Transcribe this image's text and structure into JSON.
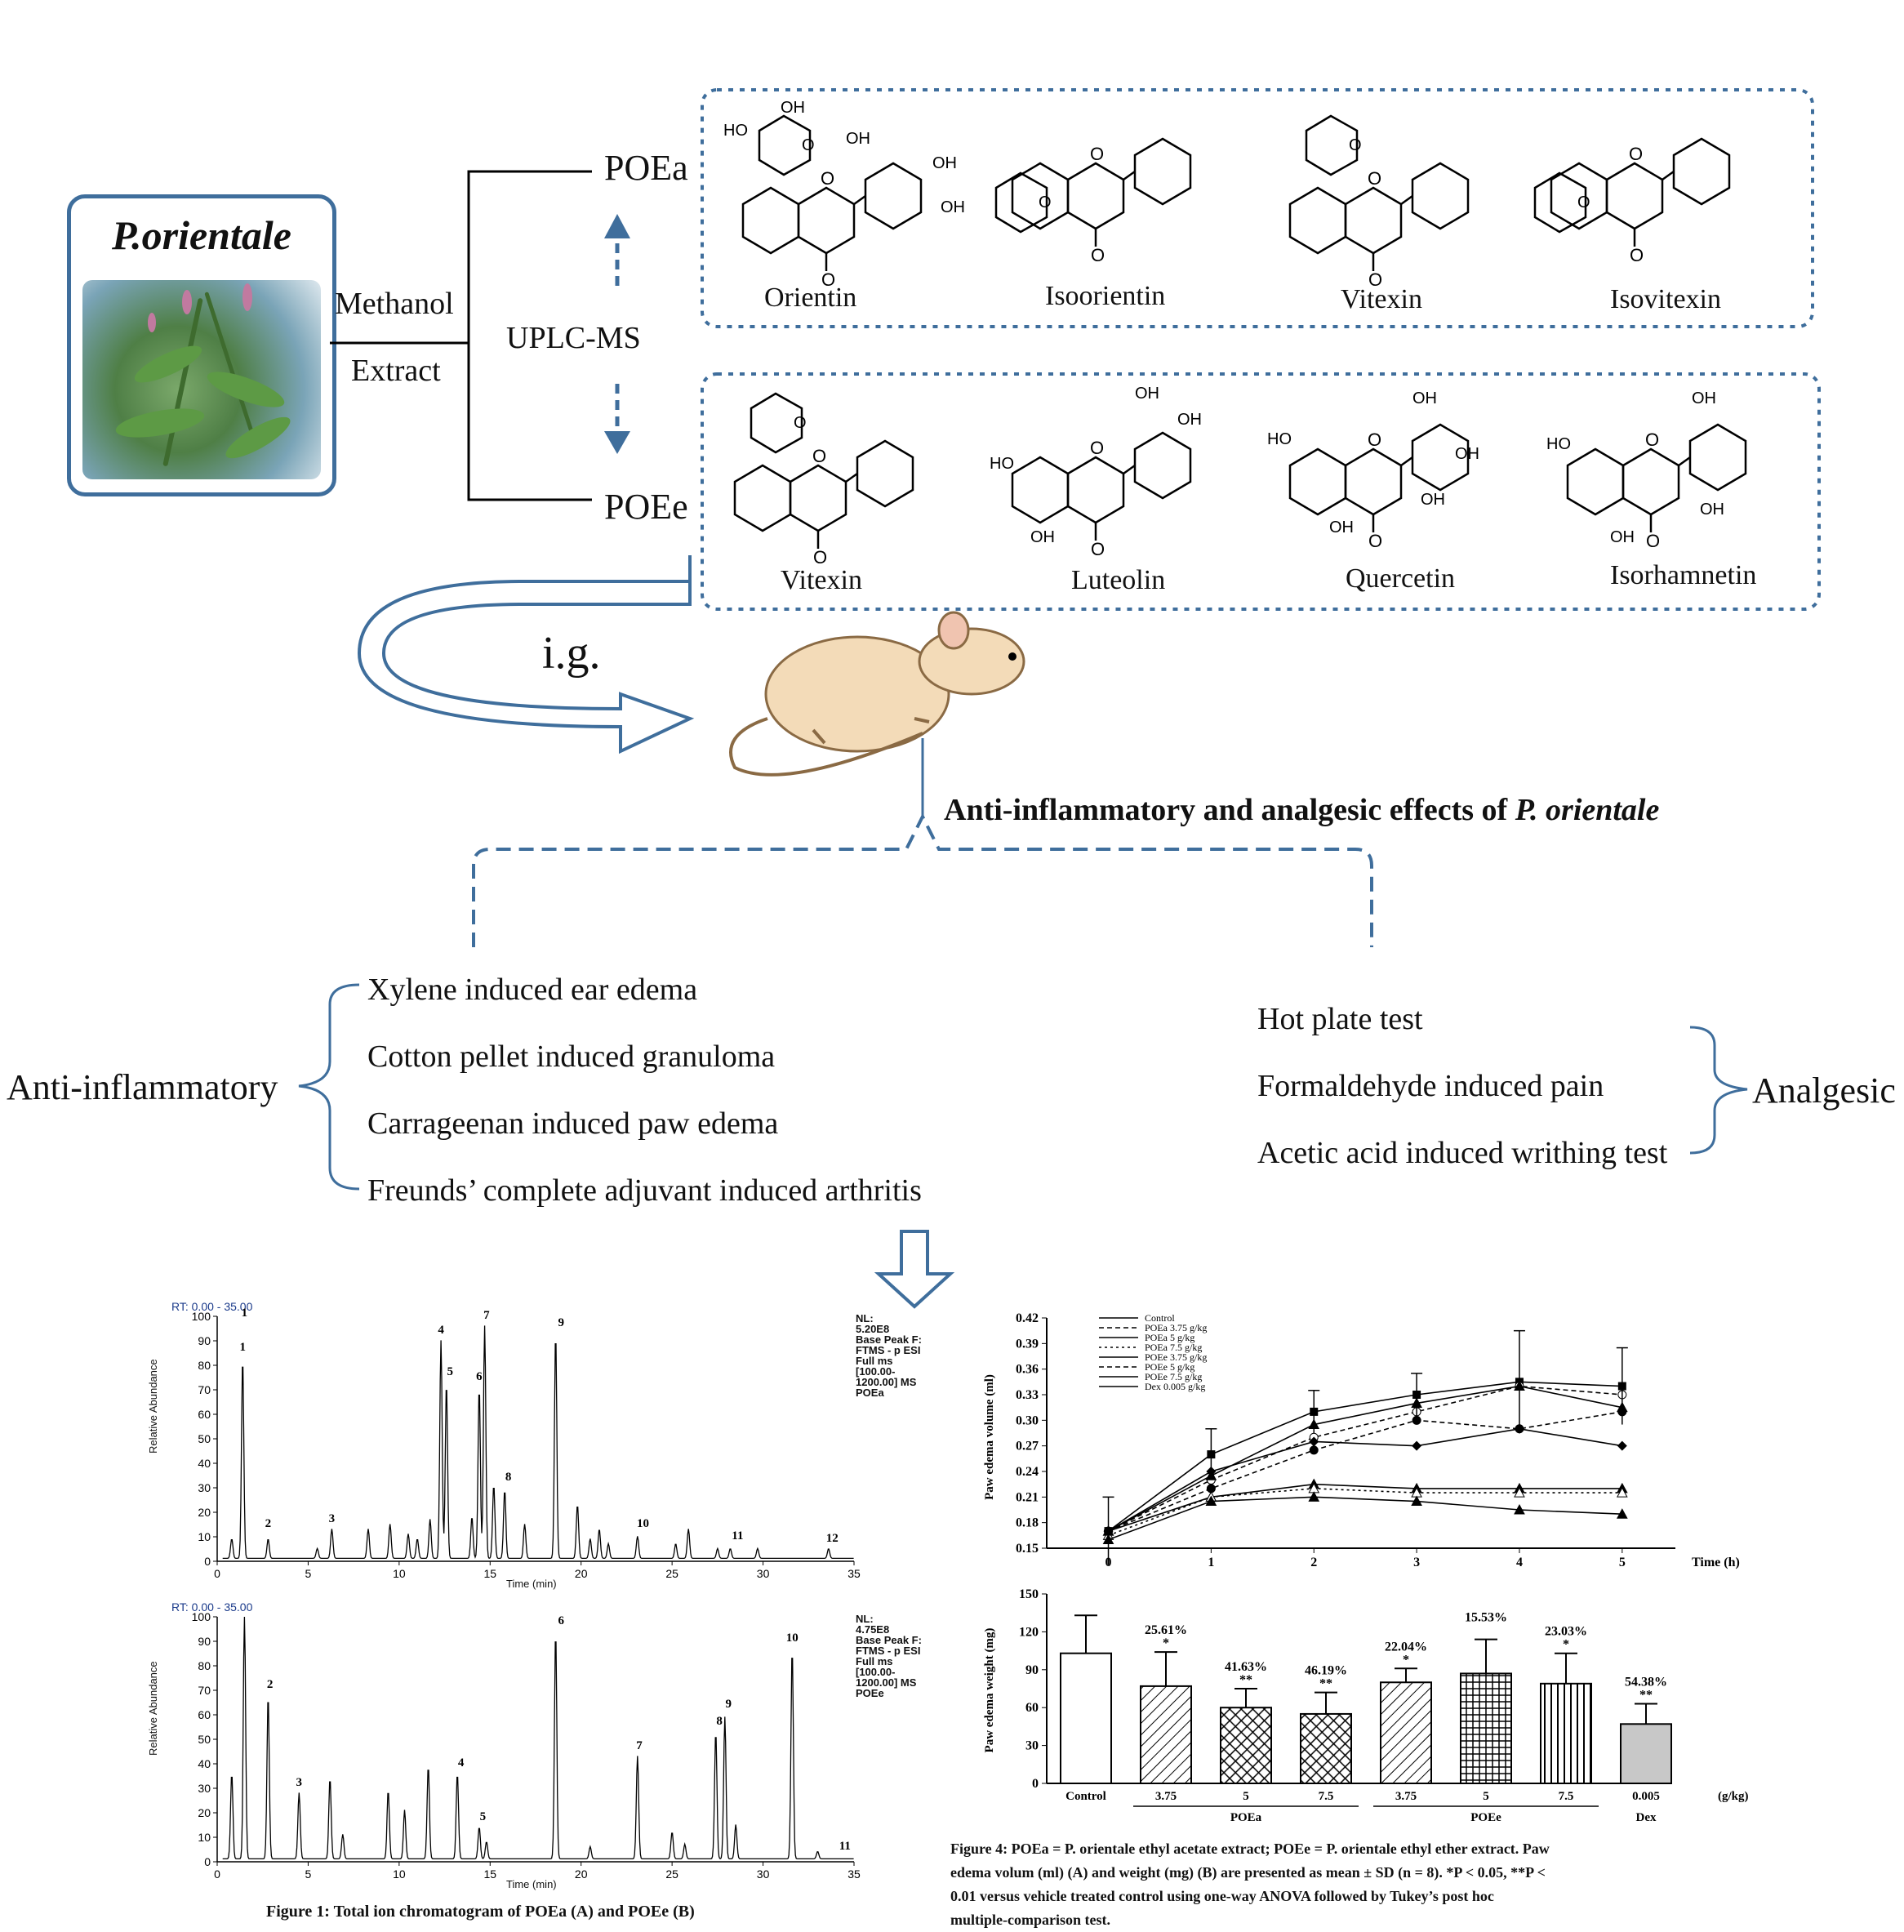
{
  "plant": {
    "title": "P.orientale"
  },
  "extraction": {
    "solvent": "Methanol",
    "step": "Extract",
    "analysis": "UPLC-MS",
    "route": "i.g."
  },
  "fractions": {
    "a": "POEa",
    "e": "POEe"
  },
  "poea_compounds": [
    "Orientin",
    "Isoorientin",
    "Vitexin",
    "Isovitexin"
  ],
  "poee_compounds": [
    "Vitexin",
    "Luteolin",
    "Quercetin",
    "Isorhamnetin"
  ],
  "effects_title_prefix": "Anti-inflammatory and analgesic effects of ",
  "effects_title_species": "P. orientale",
  "anti_inflammatory": {
    "label": "Anti-inflammatory",
    "tests": [
      "Xylene induced ear edema",
      "Cotton pellet induced granuloma",
      "Carrageenan induced paw edema",
      "Freunds’ complete adjuvant induced arthritis"
    ]
  },
  "analgesic": {
    "label": "Analgesic",
    "tests": [
      "Hot plate test",
      "Formaldehyde induced pain",
      "Acetic acid induced writhing test"
    ]
  },
  "figure1": {
    "caption": "Figure 1: Total ion chromatogram of POEa (A) and POEe (B)",
    "panel_a": {
      "rt": "RT: 0.00 - 35.00",
      "info": [
        "NL:",
        "5.20E8",
        "Base Peak F:",
        "FTMS - p ESI",
        "Full ms",
        "[100.00-",
        "1200.00] MS",
        "POEa"
      ],
      "peaks": [
        "1",
        "1",
        "2",
        "3",
        "4",
        "5",
        "6",
        "7",
        "8",
        "9",
        "10",
        "11",
        "12"
      ]
    },
    "panel_b": {
      "rt": "RT: 0.00 - 35.00",
      "info": [
        "NL:",
        "4.75E8",
        "Base Peak F:",
        "FTMS - p ESI",
        "Full ms",
        "[100.00-",
        "1200.00] MS",
        "POEe"
      ],
      "peaks": [
        "2",
        "3",
        "4",
        "5",
        "6",
        "7",
        "8",
        "9",
        "10",
        "11"
      ]
    },
    "ylabel": "Relative Abundance",
    "xlabel": "Time (min)",
    "yticks": [
      "0",
      "10",
      "20",
      "30",
      "40",
      "50",
      "60",
      "70",
      "80",
      "90",
      "100"
    ],
    "xticks": [
      "0",
      "5",
      "10",
      "15",
      "20",
      "25",
      "30",
      "35"
    ]
  },
  "figure4": {
    "caption_lines": [
      "Figure 4: POEa = P. orientale ethyl acetate extract; POEe = P. orientale ethyl ether extract. Paw",
      "edema volum (ml) (A) and weight (mg) (B) are presented as mean ± SD (n = 8). *P < 0.05, **P <",
      "0.01 versus vehicle treated control using one-way ANOVA followed by Tukey’s post hoc",
      "multiple-comparison test."
    ],
    "line_legend": [
      "Control",
      "POEa 3.75 g/kg",
      "POEa 5 g/kg",
      "POEa 7.5 g/kg",
      "POEe 3.75 g/kg",
      "POEe 5 g/kg",
      "POEe 7.5 g/kg",
      "Dex 0.005 g/kg"
    ],
    "line_ylabel": "Paw edema volume (ml)",
    "line_xlabel": "Time (h)",
    "line_yticks": [
      "0.15",
      "0.18",
      "0.21",
      "0.24",
      "0.27",
      "0.30",
      "0.33",
      "0.36",
      "0.39",
      "0.42"
    ],
    "line_xticks": [
      "0",
      "1",
      "2",
      "3",
      "4",
      "5"
    ],
    "bar_ylabel": "Paw edema weight (mg)",
    "bar_yticks": [
      "0",
      "30",
      "60",
      "90",
      "120",
      "150"
    ],
    "bar_unit": "(g/kg)",
    "bar_groups": [
      "POEa",
      "POEe",
      "Dex"
    ]
  },
  "chart_data": [
    {
      "type": "line",
      "x": [
        0,
        1,
        2,
        3,
        4,
        5
      ],
      "ylim": [
        0.15,
        0.42
      ],
      "series": [
        {
          "name": "Control",
          "values": [
            0.17,
            0.26,
            0.31,
            0.33,
            0.345,
            0.34
          ]
        },
        {
          "name": "POEa 3.75 g/kg",
          "values": [
            0.17,
            0.23,
            0.28,
            0.31,
            0.34,
            0.33
          ]
        },
        {
          "name": "POEa 5 g/kg",
          "values": [
            0.17,
            0.21,
            0.225,
            0.22,
            0.22,
            0.22
          ]
        },
        {
          "name": "POEa 7.5 g/kg",
          "values": [
            0.165,
            0.21,
            0.22,
            0.215,
            0.215,
            0.215
          ]
        },
        {
          "name": "POEe 3.75 g/kg",
          "values": [
            0.17,
            0.24,
            0.275,
            0.27,
            0.29,
            0.27
          ]
        },
        {
          "name": "POEe 5 g/kg",
          "values": [
            0.17,
            0.22,
            0.265,
            0.3,
            0.29,
            0.31
          ]
        },
        {
          "name": "POEe 7.5 g/kg",
          "values": [
            0.17,
            0.235,
            0.295,
            0.32,
            0.34,
            0.315
          ]
        },
        {
          "name": "Dex 0.005 g/kg",
          "values": [
            0.16,
            0.205,
            0.21,
            0.205,
            0.195,
            0.19
          ]
        }
      ]
    },
    {
      "type": "bar",
      "categories": [
        "Control",
        "3.75",
        "5",
        "7.5",
        "3.75",
        "5",
        "7.5",
        "0.005"
      ],
      "values": [
        103,
        77,
        60,
        55,
        80,
        87,
        79,
        47
      ],
      "errors": [
        30,
        27,
        15,
        17,
        11,
        27,
        24,
        16
      ],
      "labels": [
        "",
        "25.61%",
        "41.63%",
        "46.19%",
        "22.04%",
        "15.53%",
        "23.03%",
        "54.38%"
      ],
      "stars": [
        "",
        "*",
        "**",
        "**",
        "*",
        "",
        "*",
        "**"
      ],
      "ylim": [
        0,
        150
      ]
    }
  ]
}
